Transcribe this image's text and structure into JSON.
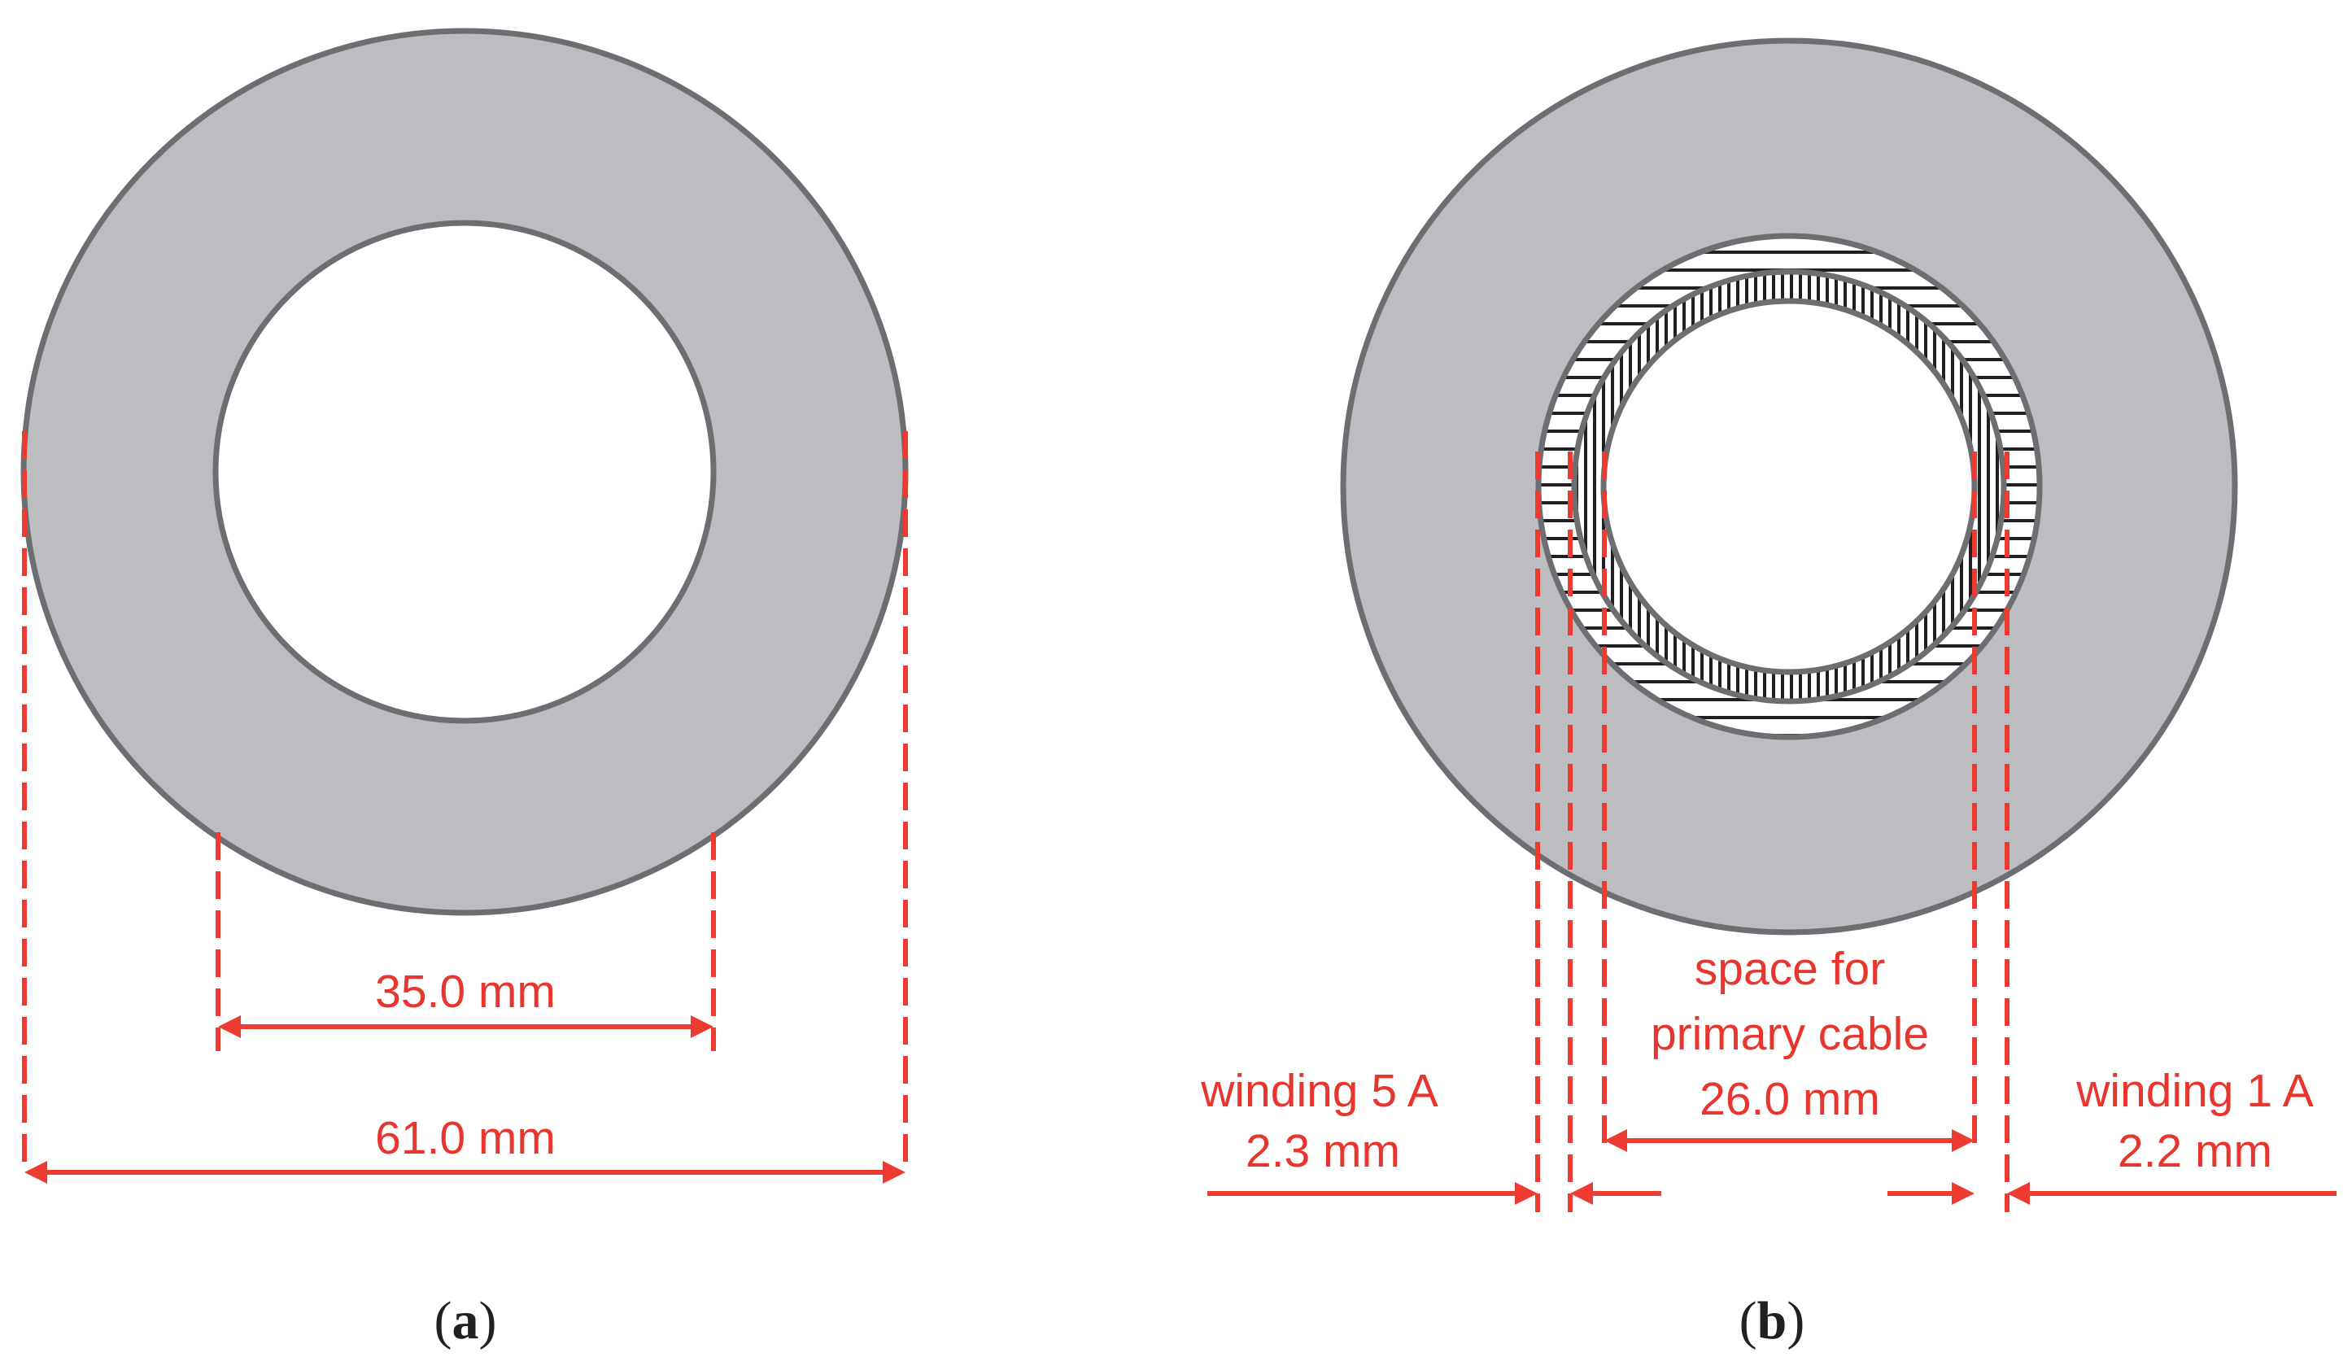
{
  "colors": {
    "core_fill": "#bcbdc0",
    "core_stroke": "#6d6e71",
    "dimension": "#e8352e",
    "caption": "#231f20"
  },
  "panel_a": {
    "inner_diameter": "35.0 mm",
    "outer_diameter": "61.0 mm",
    "caption_letter": "a"
  },
  "panel_b": {
    "space_line1": "space for",
    "space_line2": "primary cable",
    "space_value": "26.0 mm",
    "winding5_line1": "winding 5 A",
    "winding5_value": "2.3 mm",
    "winding1_line1": "winding 1 A",
    "winding1_value": "2.2 mm",
    "caption_letter": "b"
  }
}
